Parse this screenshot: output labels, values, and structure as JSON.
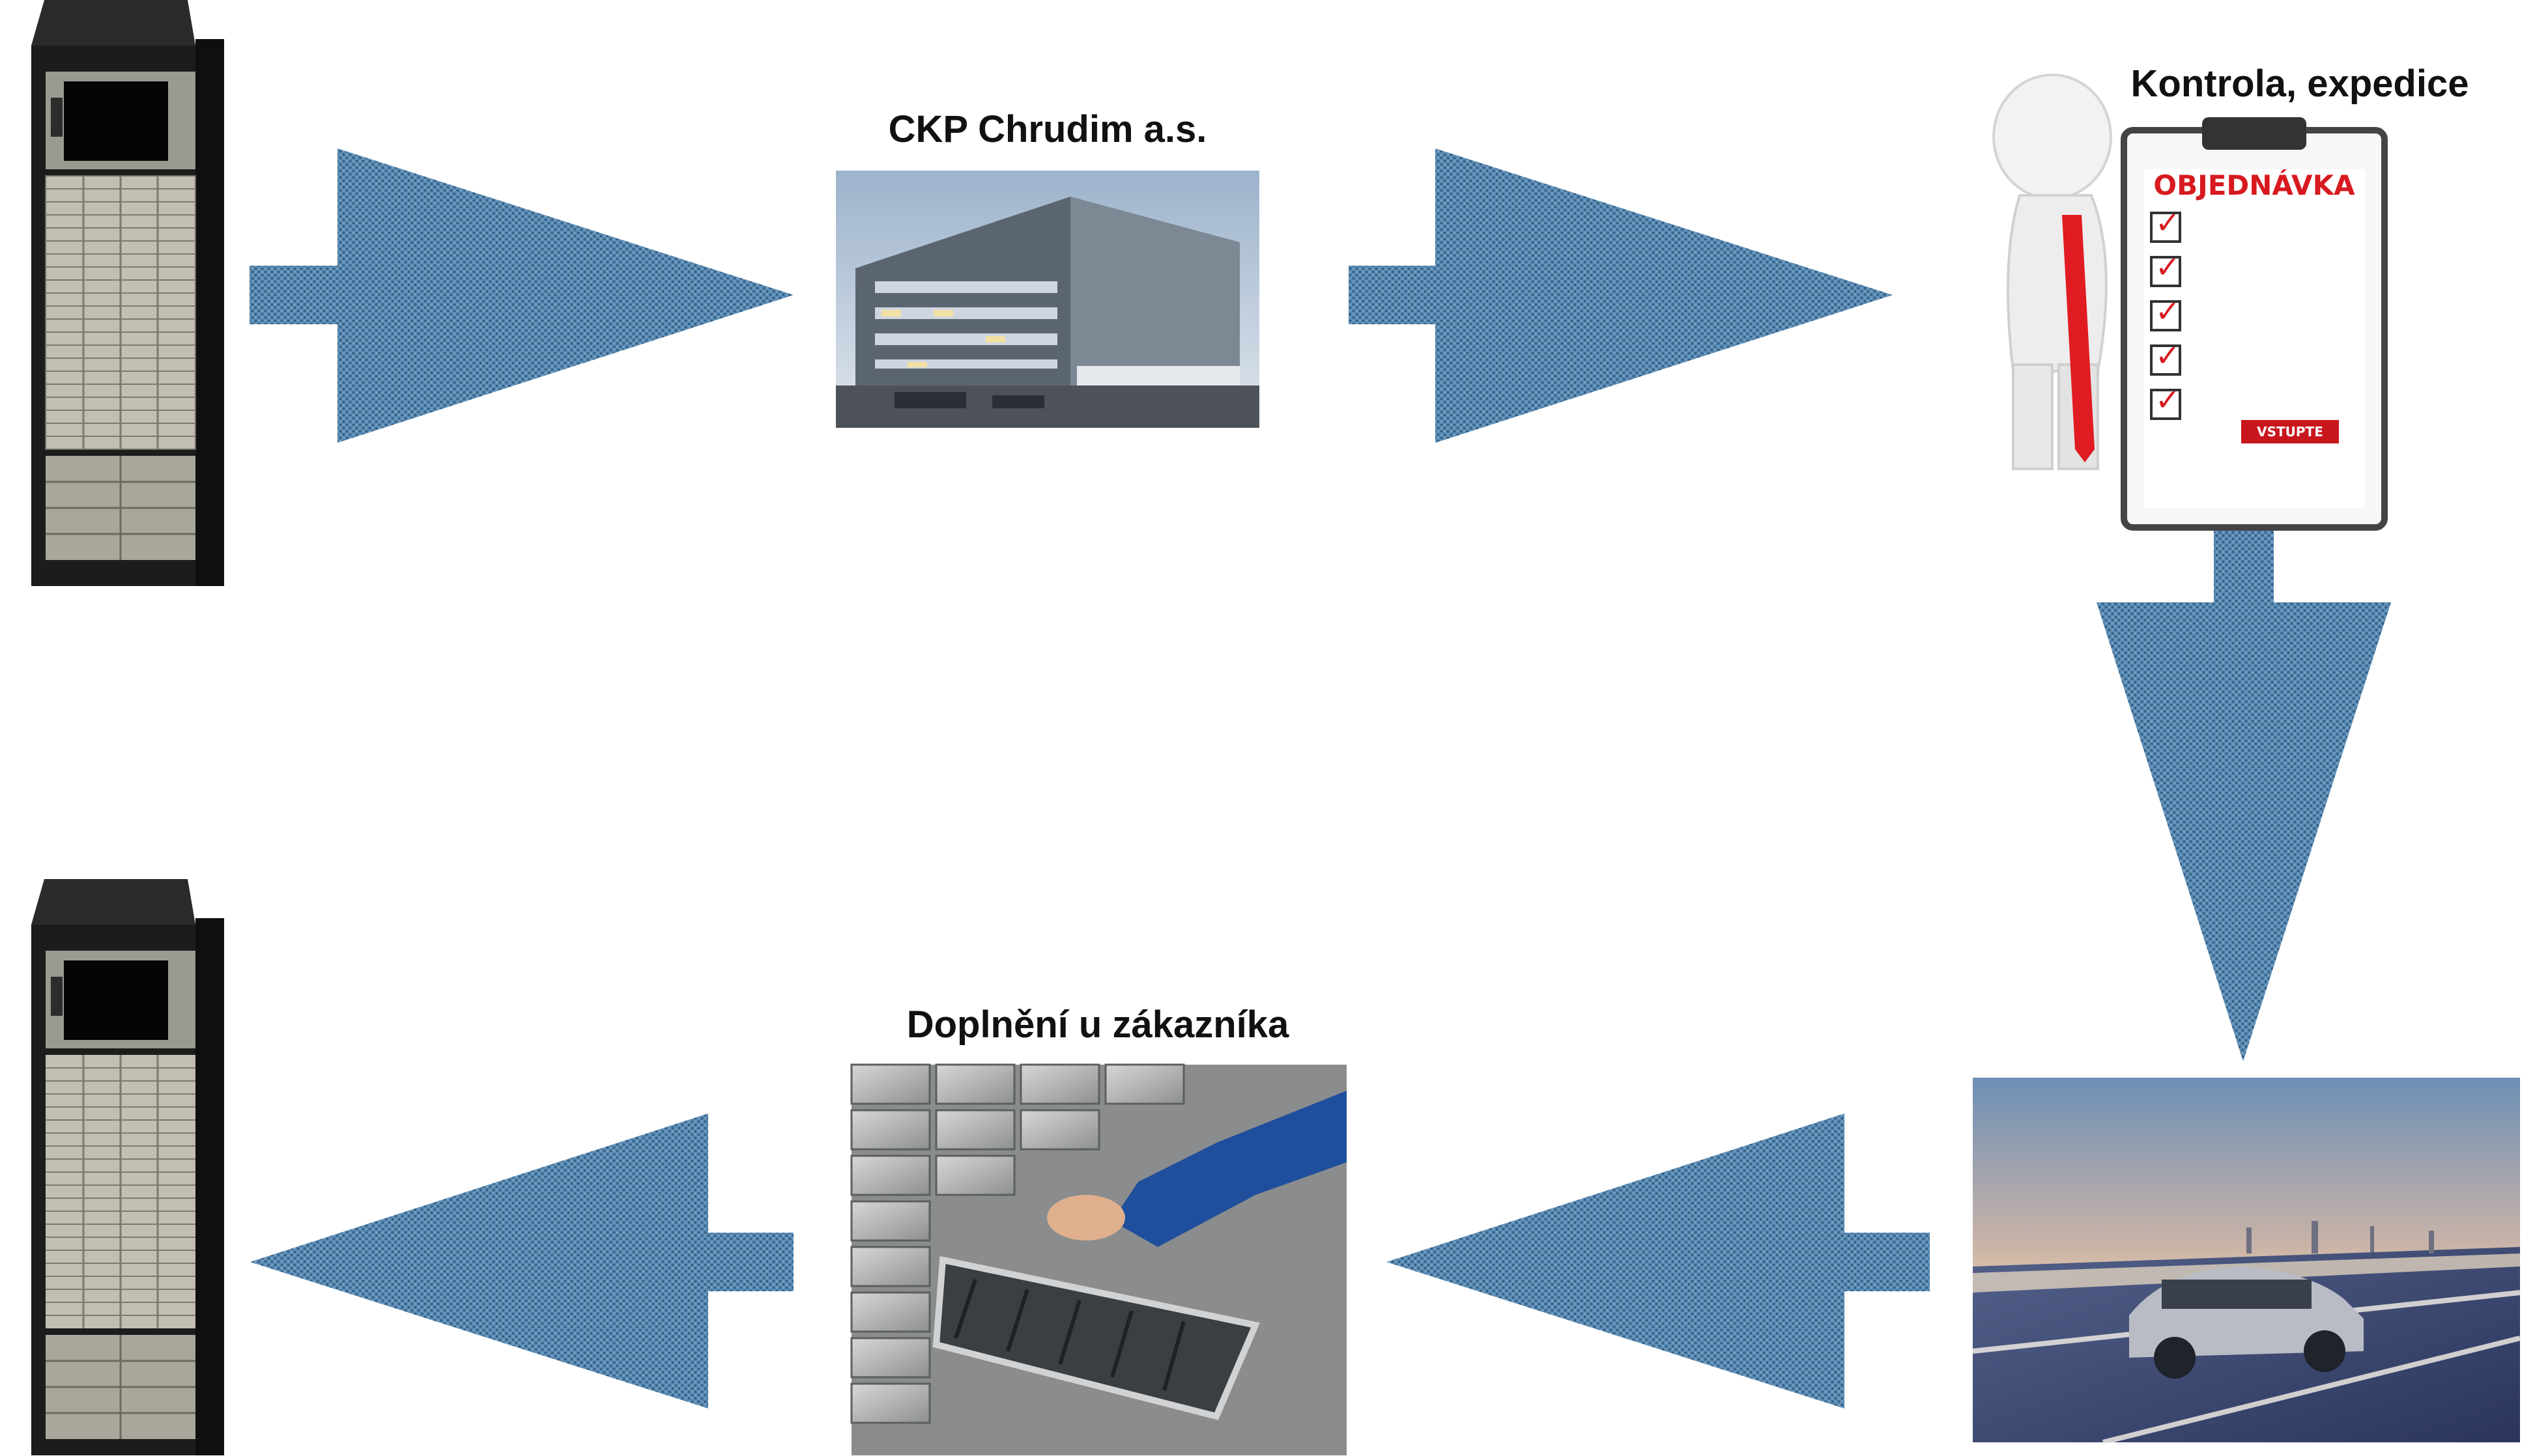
{
  "colors": {
    "arrow": "#4f7fa6",
    "arrow_dot": "#2e5a80",
    "cabinet_body": "#1c1c1c",
    "drawer": "#b9b6ab"
  },
  "nodes": {
    "factory": {
      "label": "CKP Chrudim a.s."
    },
    "check": {
      "label": "Kontrola, expedice",
      "clipboard_title": "OBJEDNÁVKA",
      "clipboard_button": "VSTUPTE"
    },
    "refill": {
      "label": "Doplnění u zákazníka"
    },
    "transport": {
      "label": ""
    }
  },
  "icons": {
    "cabinet": "storage-cabinet-icon",
    "building": "factory-building-icon",
    "checklist": "order-checklist-icon",
    "car": "delivery-car-icon",
    "drawer": "drawer-refill-icon",
    "arrow": "process-arrow-icon"
  }
}
